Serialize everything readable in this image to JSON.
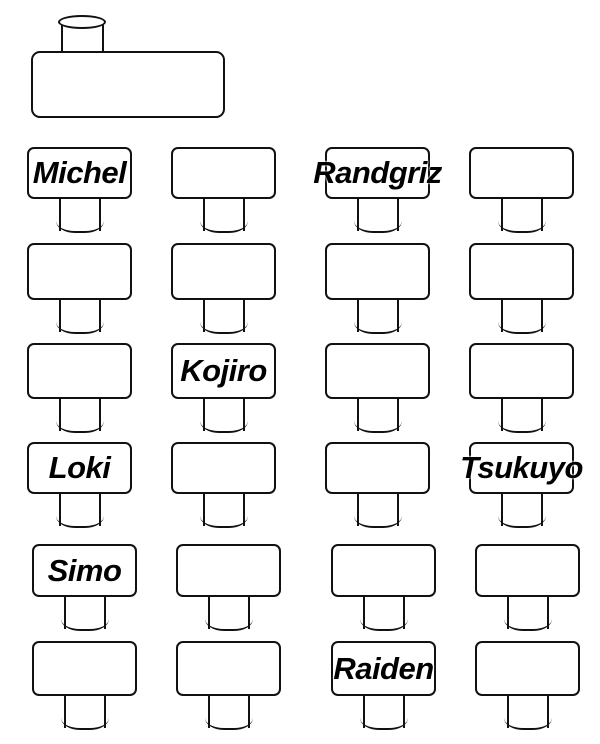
{
  "seat_names": {
    "r0c0": "Michel",
    "r0c2": "Randgriz",
    "r2c1": "Kojiro",
    "r3c0": "Loki",
    "r3c3": "Tsukuyo",
    "r4c0": "Simo",
    "r5c2": "Raiden"
  },
  "layout": {
    "rows": 6,
    "columns": 4
  }
}
